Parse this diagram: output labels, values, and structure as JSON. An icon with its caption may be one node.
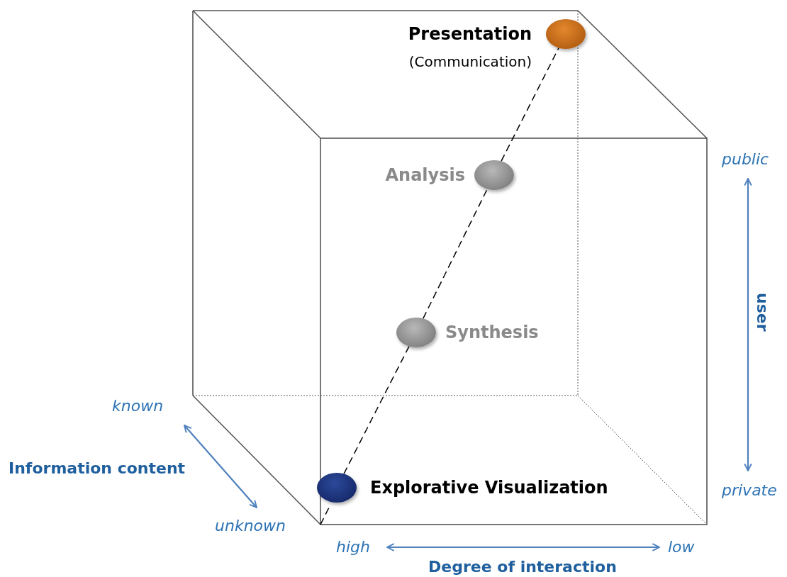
{
  "diagram": {
    "nodes": [
      {
        "text": [],
        "shape": "circle",
        "beside": [
          "Presentation",
          "(Communication)"
        ]
      },
      {
        "text": [],
        "shape": "circle",
        "beside": [
          "Analysis"
        ]
      },
      {
        "text": [],
        "shape": "circle",
        "beside": [
          "Synthesis"
        ]
      },
      {
        "text": [],
        "shape": "circle",
        "beside": [
          "Explorative Visualization"
        ]
      }
    ],
    "edges": [
      {
        "from": 3,
        "to": 2,
        "arrow": "none",
        "style": "dashed"
      },
      {
        "from": 2,
        "to": 1,
        "arrow": "none",
        "style": "dashed"
      },
      {
        "from": 1,
        "to": 0,
        "arrow": "none",
        "style": "dashed"
      }
    ],
    "labels": [
      "public",
      "user",
      "private",
      "known",
      "Information content",
      "unknown",
      "high",
      "low",
      "Degree of interaction"
    ]
  }
}
